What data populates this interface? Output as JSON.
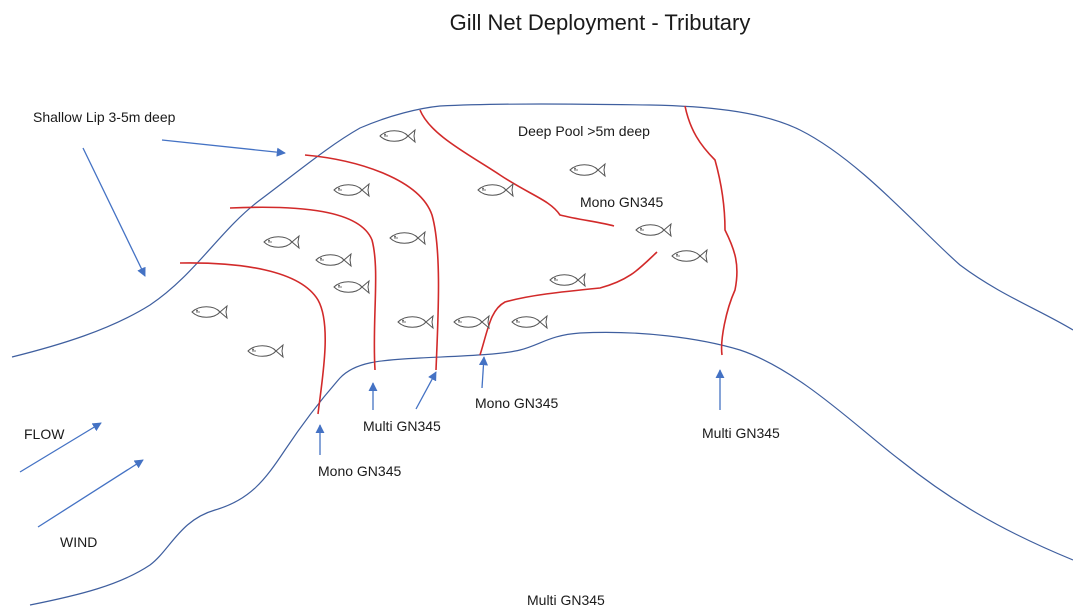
{
  "title": "Gill Net Deployment - Tributary",
  "labels": {
    "shallow_lip": "Shallow Lip 3-5m deep",
    "deep_pool": "Deep Pool >5m deep",
    "mono_upper": "Mono GN345",
    "mono_middle": "Mono GN345",
    "mono_lower": "Mono GN345",
    "multi_middle": "Multi GN345",
    "multi_right": "Multi GN345",
    "multi_bottom": "Multi GN345",
    "flow": "FLOW",
    "wind": "WIND"
  },
  "colors": {
    "shoreline": "#3f5f9f",
    "net_line": "#d22a2a",
    "arrow": "#4472c4",
    "fish_outline": "#555555"
  },
  "icons": {
    "fish": "fish-icon",
    "arrow": "arrow-icon"
  }
}
